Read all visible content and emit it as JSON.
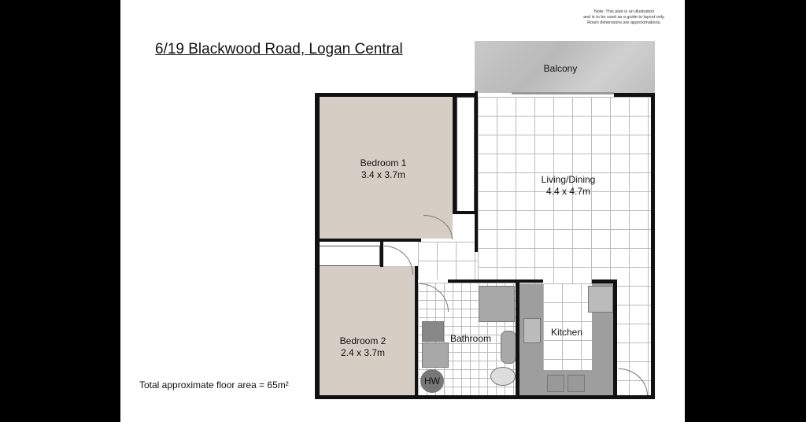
{
  "title": "6/19 Blackwood Road, Logan Central",
  "note": [
    "Note: This plan is an illustration",
    "and is to be used as a guide to layout only.",
    "Room dimensions are approximations."
  ],
  "rooms": {
    "balcony": {
      "name": "Balcony"
    },
    "bedroom1": {
      "name": "Bedroom 1",
      "size": "3.4 x 3.7m"
    },
    "living": {
      "name": "Living/Dining",
      "size": "4.4 x 4.7m"
    },
    "bedroom2": {
      "name": "Bedroom 2",
      "size": "2.4 x 3.7m"
    },
    "bathroom": {
      "name": "Bathroom"
    },
    "kitchen": {
      "name": "Kitchen"
    },
    "hw": "HW"
  },
  "total_area": "Total approximate floor area = 65m²"
}
